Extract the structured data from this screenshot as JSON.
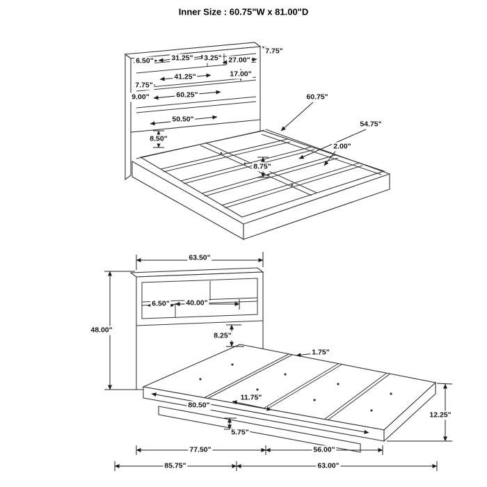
{
  "title": "Inner Size : 60.75\"W x 81.00\"D",
  "perspective_view": {
    "dims": {
      "headboard_top_depth": "7.75\"",
      "shelf_left_width": "6.50\"",
      "shelf_opening_left": "31.25\"",
      "shelf_divider_width": "3.25\"",
      "shelf_opening_right": "27.00\"",
      "shelf_right_height": "17.00\"",
      "shelf_opening_middle": "41.25\"",
      "shelf_middle_height": "7.75\"",
      "shelf_bottom_height": "9.00\"",
      "headboard_inner_width": "60.25\"",
      "slat_width": "50.50\"",
      "rail_inner_height": "8.50\"",
      "inner_width": "60.75\"",
      "slat_length": "54.75\"",
      "rail_lip": "2.00\"",
      "side_rail_height": "8.75\""
    }
  },
  "side_view": {
    "dims": {
      "headboard_width": "63.50\"",
      "headboard_height": "48.00\"",
      "shelf_side_width": "6.50\"",
      "shelf_opening_width": "40.00\"",
      "headboard_to_deck": "8.25\"",
      "deck_lip": "1.75\"",
      "deck_length": "80.50\"",
      "slat_spacing": "11.75\"",
      "platform_side_height": "12.25\"",
      "base_height": "5.75\"",
      "base_front_length": "77.50\"",
      "base_side_length": "56.00\"",
      "overall_depth": "85.75\"",
      "overall_side_width": "63.00\""
    }
  }
}
